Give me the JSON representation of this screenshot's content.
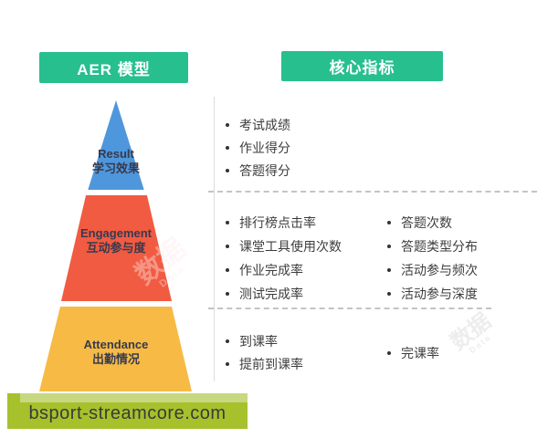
{
  "headers": {
    "model": "AER 模型",
    "indicators": "核心指标"
  },
  "pyramid": {
    "tiers": [
      {
        "name_en": "Result",
        "name_zh": "学习效果",
        "color": "#4f97dc"
      },
      {
        "name_en": "Engagement",
        "name_zh": "互动参与度",
        "color": "#f15b41"
      },
      {
        "name_en": "Attendance",
        "name_zh": "出勤情况",
        "color": "#f6ba45"
      }
    ]
  },
  "indicator_sections": {
    "result": [
      "考试成绩",
      "作业得分",
      "答题得分"
    ],
    "engagement_col1": [
      "排行榜点击率",
      "课堂工具使用次数",
      "作业完成率",
      "测试完成率"
    ],
    "engagement_col2": [
      "答题次数",
      "答题类型分布",
      "活动参与频次",
      "活动参与深度"
    ],
    "attendance_col1": [
      "到课率",
      "提前到课率"
    ],
    "attendance_col2": [
      "完课率"
    ]
  },
  "watermark": {
    "text": "数据",
    "subtext": "Data"
  },
  "footer": {
    "domain": "bsport-streamcore.com",
    "bar_color": "#a6c12b",
    "bar_highlight": "#c7d880"
  },
  "colors": {
    "header_green": "#27bf8e"
  }
}
